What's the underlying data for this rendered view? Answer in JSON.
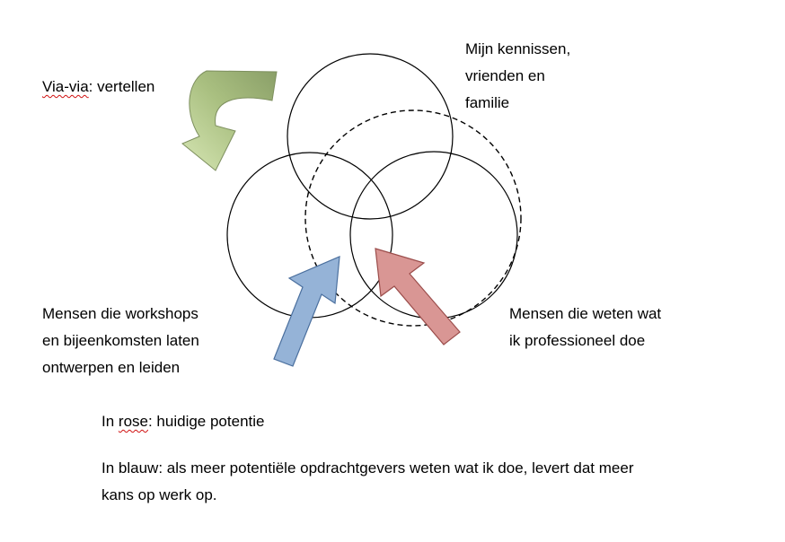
{
  "labels": {
    "via_via_word": "Via-via",
    "via_via_rest": ": vertellen",
    "kennissen": [
      "Mijn kennissen,",
      "vrienden en",
      "familie"
    ],
    "workshops": [
      "Mensen die workshops",
      "en bijeenkomsten laten",
      "ontwerpen en leiden"
    ],
    "professioneel": [
      "Mensen die weten wat",
      "ik  professioneel doe"
    ]
  },
  "notes": {
    "rose_prefix": "In ",
    "rose_word": "rose",
    "rose_rest": ": huidige potentie",
    "blauw": [
      "In blauw: als meer potentiële opdrachtgevers weten wat ik doe, levert dat meer",
      "kans op werk op."
    ]
  },
  "colors": {
    "circle_stroke": "#000000",
    "green_arrow_fill": "#9aae73",
    "green_arrow_light": "#c9dc9f",
    "blue_arrow_fill": "#95b3d7",
    "blue_arrow_stroke": "#4a6f9e",
    "pink_arrow_fill": "#d99694",
    "pink_arrow_stroke": "#9b4d4b"
  },
  "icons": [
    "curved-arrow-icon",
    "arrow-up-right-icon",
    "arrow-up-left-icon"
  ]
}
